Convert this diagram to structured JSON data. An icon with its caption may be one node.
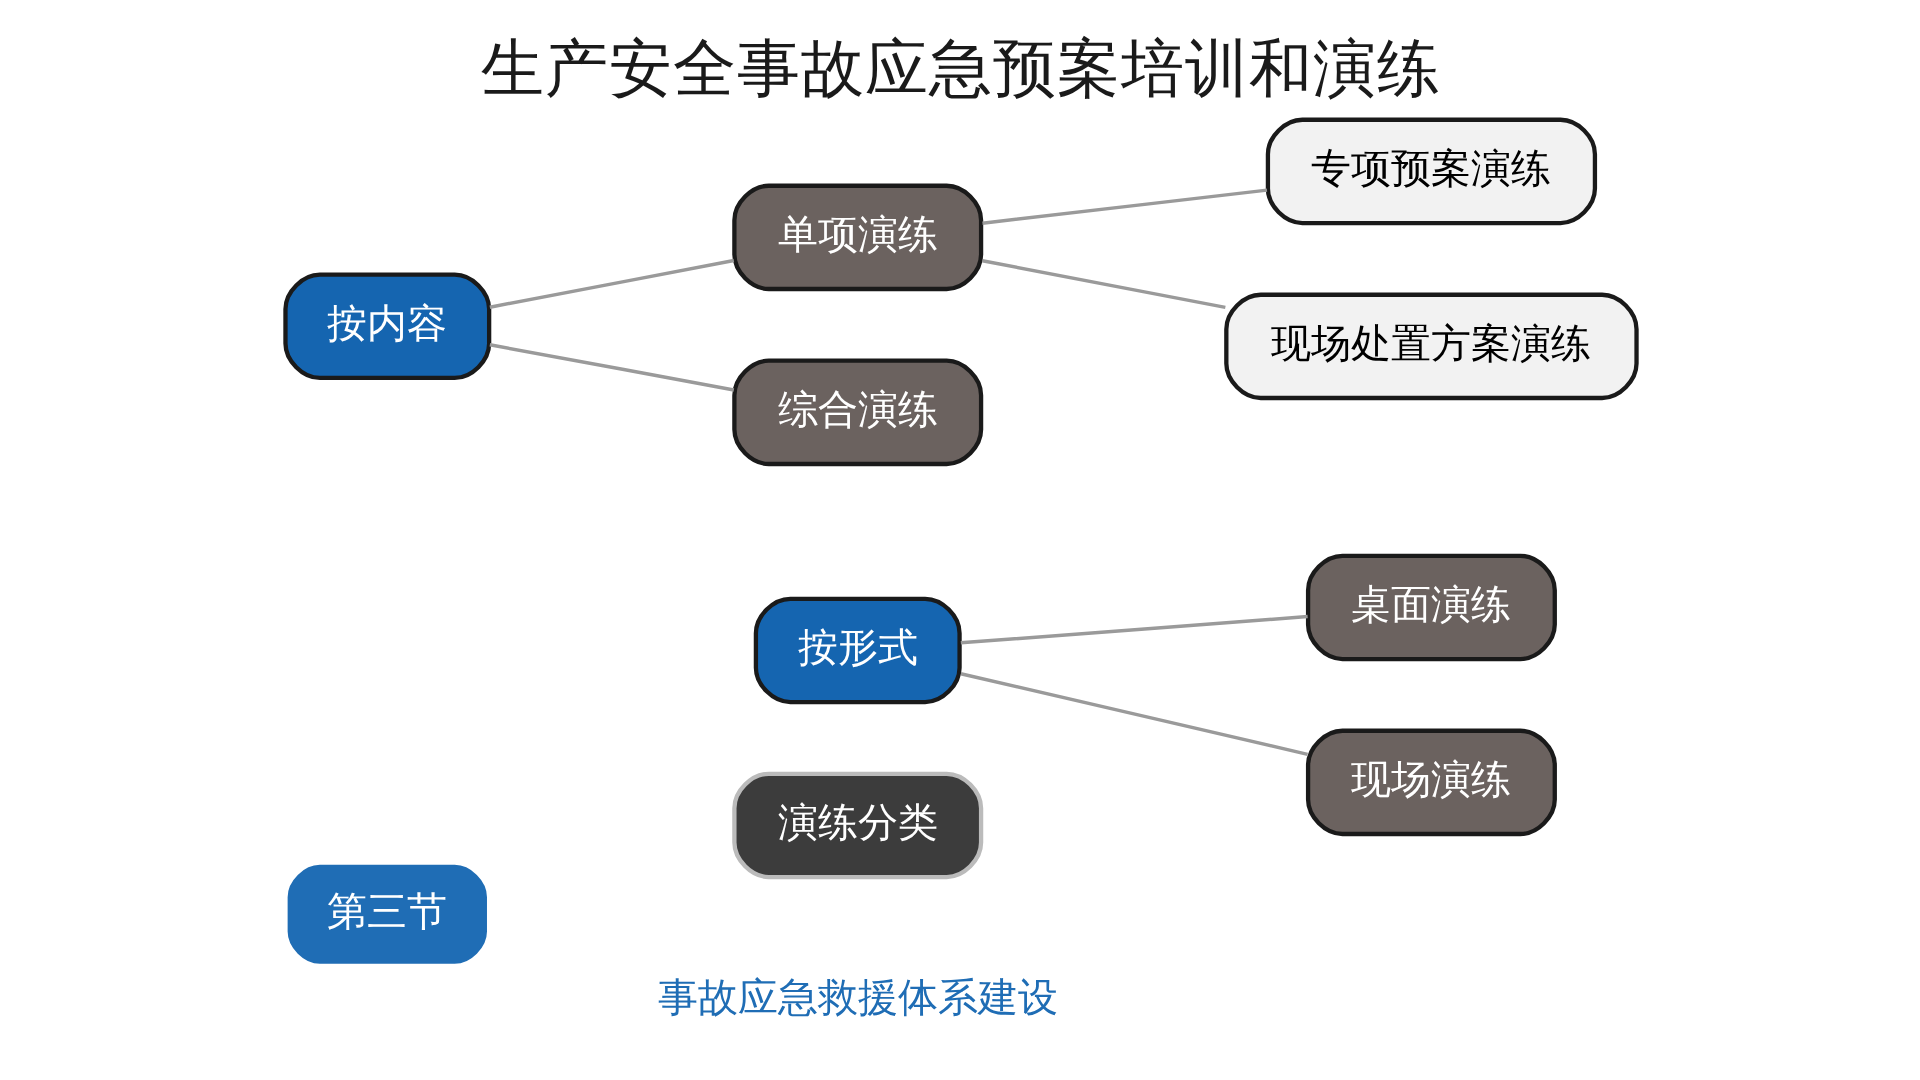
{
  "diagram": {
    "title": "生产安全事故应急预案培训和演练",
    "nodes": [
      {
        "text": [
          "第三节"
        ]
      },
      {
        "text": [
          "演练分类"
        ]
      },
      {
        "text": [
          "按形式"
        ]
      },
      {
        "text": [
          "桌面演练"
        ]
      },
      {
        "text": [
          "现场演练"
        ]
      },
      {
        "text": [
          "按内容"
        ]
      },
      {
        "text": [
          "单项演练"
        ]
      },
      {
        "text": [
          "综合演练"
        ]
      },
      {
        "text": [
          "专项预案演练"
        ]
      },
      {
        "text": [
          "现场处置方案演练"
        ]
      }
    ],
    "edges": [
      {
        "from": 2,
        "to": 3,
        "arrow": "none"
      },
      {
        "from": 2,
        "to": 4,
        "arrow": "none"
      },
      {
        "from": 5,
        "to": 6,
        "arrow": "none"
      },
      {
        "from": 5,
        "to": 7,
        "arrow": "none"
      },
      {
        "from": 6,
        "to": 8,
        "arrow": "none"
      },
      {
        "from": 6,
        "to": 9,
        "arrow": "none"
      }
    ],
    "labels": [
      "事故应急救援体系建设"
    ]
  }
}
